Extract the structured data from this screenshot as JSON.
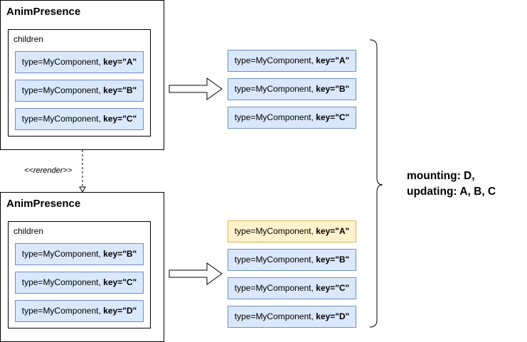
{
  "container_title": "AnimPresence",
  "children_label": "children",
  "type_text": "type=MyComponent, ",
  "key_label": "key=",
  "rerender_label": "<<rerender>>",
  "before": {
    "children_keys": [
      "\"A\"",
      "\"B\"",
      "\"C\""
    ],
    "output_keys": [
      "\"A\"",
      "\"B\"",
      "\"C\""
    ]
  },
  "after": {
    "children_keys": [
      "\"B\"",
      "\"C\"",
      "\"D\""
    ],
    "output_keys": [
      "\"A\"",
      "\"B\"",
      "\"C\"",
      "\"D\""
    ],
    "highlighted_key": "\"A\""
  },
  "summary": {
    "line1": "mounting: D,",
    "line2": "updating: A, B, C"
  },
  "colors": {
    "component_fill": "#dae8fc",
    "component_stroke": "#6c8ebf",
    "exiting_fill": "#fff2cc",
    "exiting_stroke": "#d6b656"
  }
}
